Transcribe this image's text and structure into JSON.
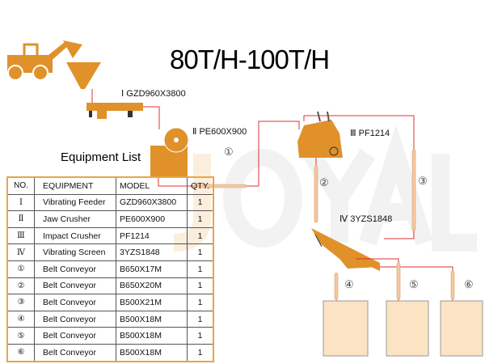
{
  "title": "80T/H-100T/H",
  "watermark": "JOYAL",
  "labels": {
    "feeder": "Ⅰ  GZD960X3800",
    "jaw": "Ⅱ  PE600X900",
    "impact": "Ⅲ  PF1214",
    "screen": "Ⅳ  3YZS1848"
  },
  "conveyor_numbers": [
    "①",
    "②",
    "③",
    "④",
    "⑤",
    "⑥"
  ],
  "equipment_list": {
    "title": "Equipment List",
    "headers": [
      "NO.",
      "EQUIPMENT",
      "MODEL",
      "QTY."
    ],
    "rows": [
      [
        "Ⅰ",
        "Vibrating Feeder",
        "GZD960X3800",
        "1"
      ],
      [
        "Ⅱ",
        "Jaw Crusher",
        "PE600X900",
        "1"
      ],
      [
        "Ⅲ",
        "Impact Crusher",
        "PF1214",
        "1"
      ],
      [
        "Ⅳ",
        "Vibrating Screen",
        "3YZS1848",
        "1"
      ],
      [
        "①",
        "Belt Conveyor",
        "B650X17M",
        "1"
      ],
      [
        "②",
        "Belt Conveyor",
        "B650X20M",
        "1"
      ],
      [
        "③",
        "Belt Conveyor",
        "B500X21M",
        "1"
      ],
      [
        "④",
        "Belt Conveyor",
        "B500X18M",
        "1"
      ],
      [
        "⑤",
        "Belt Conveyor",
        "B500X18M",
        "1"
      ],
      [
        "⑥",
        "Belt Conveyor",
        "B500X18M",
        "1"
      ]
    ]
  },
  "colors": {
    "machine": "#e0912a",
    "flow": "#e03030",
    "belt": "#f3c9a0",
    "border": "#e8a64a"
  }
}
